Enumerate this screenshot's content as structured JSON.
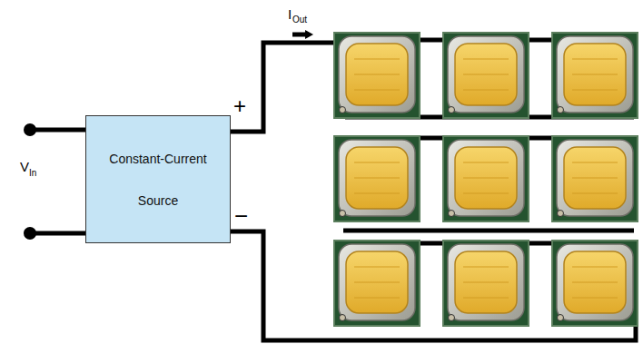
{
  "diagram": {
    "nodes": [
      {
        "text": [
          "Constant-Current Source"
        ]
      }
    ],
    "labels": [
      "V",
      "In",
      "I",
      "Out",
      "+",
      "−"
    ]
  }
}
